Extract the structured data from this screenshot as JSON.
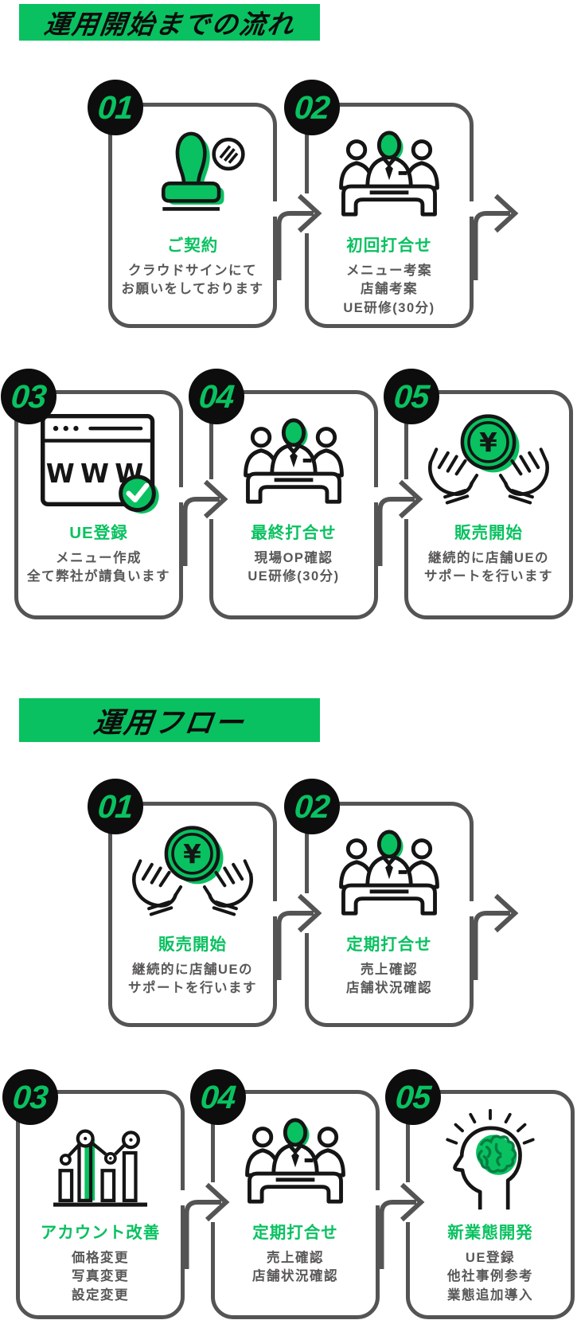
{
  "colors": {
    "accent_green": "#09C160",
    "card_border_gray": "#545454",
    "description_gray": "#595757",
    "badge_black": "#0d0d0d"
  },
  "sections": [
    {
      "banner": "運用開始までの流れ",
      "steps": [
        {
          "number": "01",
          "icon": "stamp-icon",
          "title": "ご契約",
          "desc": "クラウドサインにて\nお願いをしております"
        },
        {
          "number": "02",
          "icon": "meeting-icon",
          "title": "初回打合せ",
          "desc": "メニュー考案\n店舗考案\nUE研修(30分)"
        },
        {
          "number": "03",
          "icon": "browser-check-icon",
          "title": "UE登録",
          "desc": "メニュー作成\n全て弊社が請負います"
        },
        {
          "number": "04",
          "icon": "meeting-icon",
          "title": "最終打合せ",
          "desc": "現場OP確認\nUE研修(30分)"
        },
        {
          "number": "05",
          "icon": "hands-coin-icon",
          "title": "販売開始",
          "desc": "継続的に店舗UEの\nサポートを行います"
        }
      ]
    },
    {
      "banner": "運用フロー",
      "steps": [
        {
          "number": "01",
          "icon": "hands-coin-icon",
          "title": "販売開始",
          "desc": "継続的に店舗UEの\nサポートを行います"
        },
        {
          "number": "02",
          "icon": "meeting-icon",
          "title": "定期打合せ",
          "desc": "売上確認\n店舗状況確認"
        },
        {
          "number": "03",
          "icon": "bar-chart-icon",
          "title": "アカウント改善",
          "desc": "価格変更\n写真変更\n設定変更"
        },
        {
          "number": "04",
          "icon": "meeting-icon",
          "title": "定期打合せ",
          "desc": "売上確認\n店舗状況確認"
        },
        {
          "number": "05",
          "icon": "brain-idea-icon",
          "title": "新業態開発",
          "desc": "UE登録\n他社事例参考\n業態追加導入"
        }
      ]
    }
  ]
}
